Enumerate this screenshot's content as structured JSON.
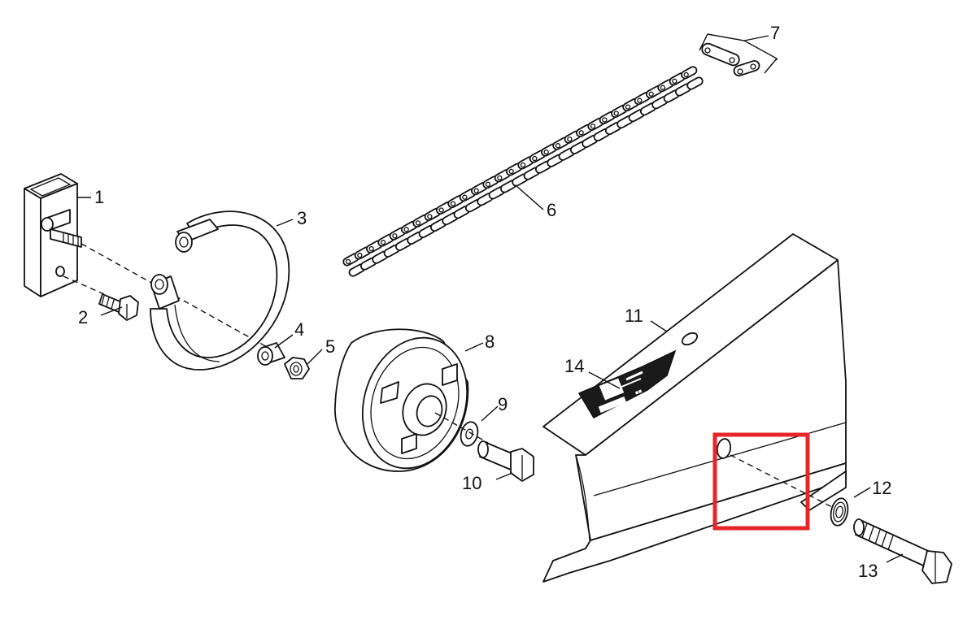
{
  "diagram": {
    "callouts": [
      {
        "id": "1",
        "label": "1"
      },
      {
        "id": "2",
        "label": "2"
      },
      {
        "id": "3",
        "label": "3"
      },
      {
        "id": "4",
        "label": "4"
      },
      {
        "id": "5",
        "label": "5"
      },
      {
        "id": "6",
        "label": "6"
      },
      {
        "id": "7",
        "label": "7"
      },
      {
        "id": "8",
        "label": "8"
      },
      {
        "id": "9",
        "label": "9"
      },
      {
        "id": "10",
        "label": "10"
      },
      {
        "id": "11",
        "label": "11"
      },
      {
        "id": "12",
        "label": "12"
      },
      {
        "id": "13",
        "label": "13"
      },
      {
        "id": "14",
        "label": "14"
      }
    ],
    "highlight_color": "#e8262a",
    "ink_color": "#111111"
  }
}
